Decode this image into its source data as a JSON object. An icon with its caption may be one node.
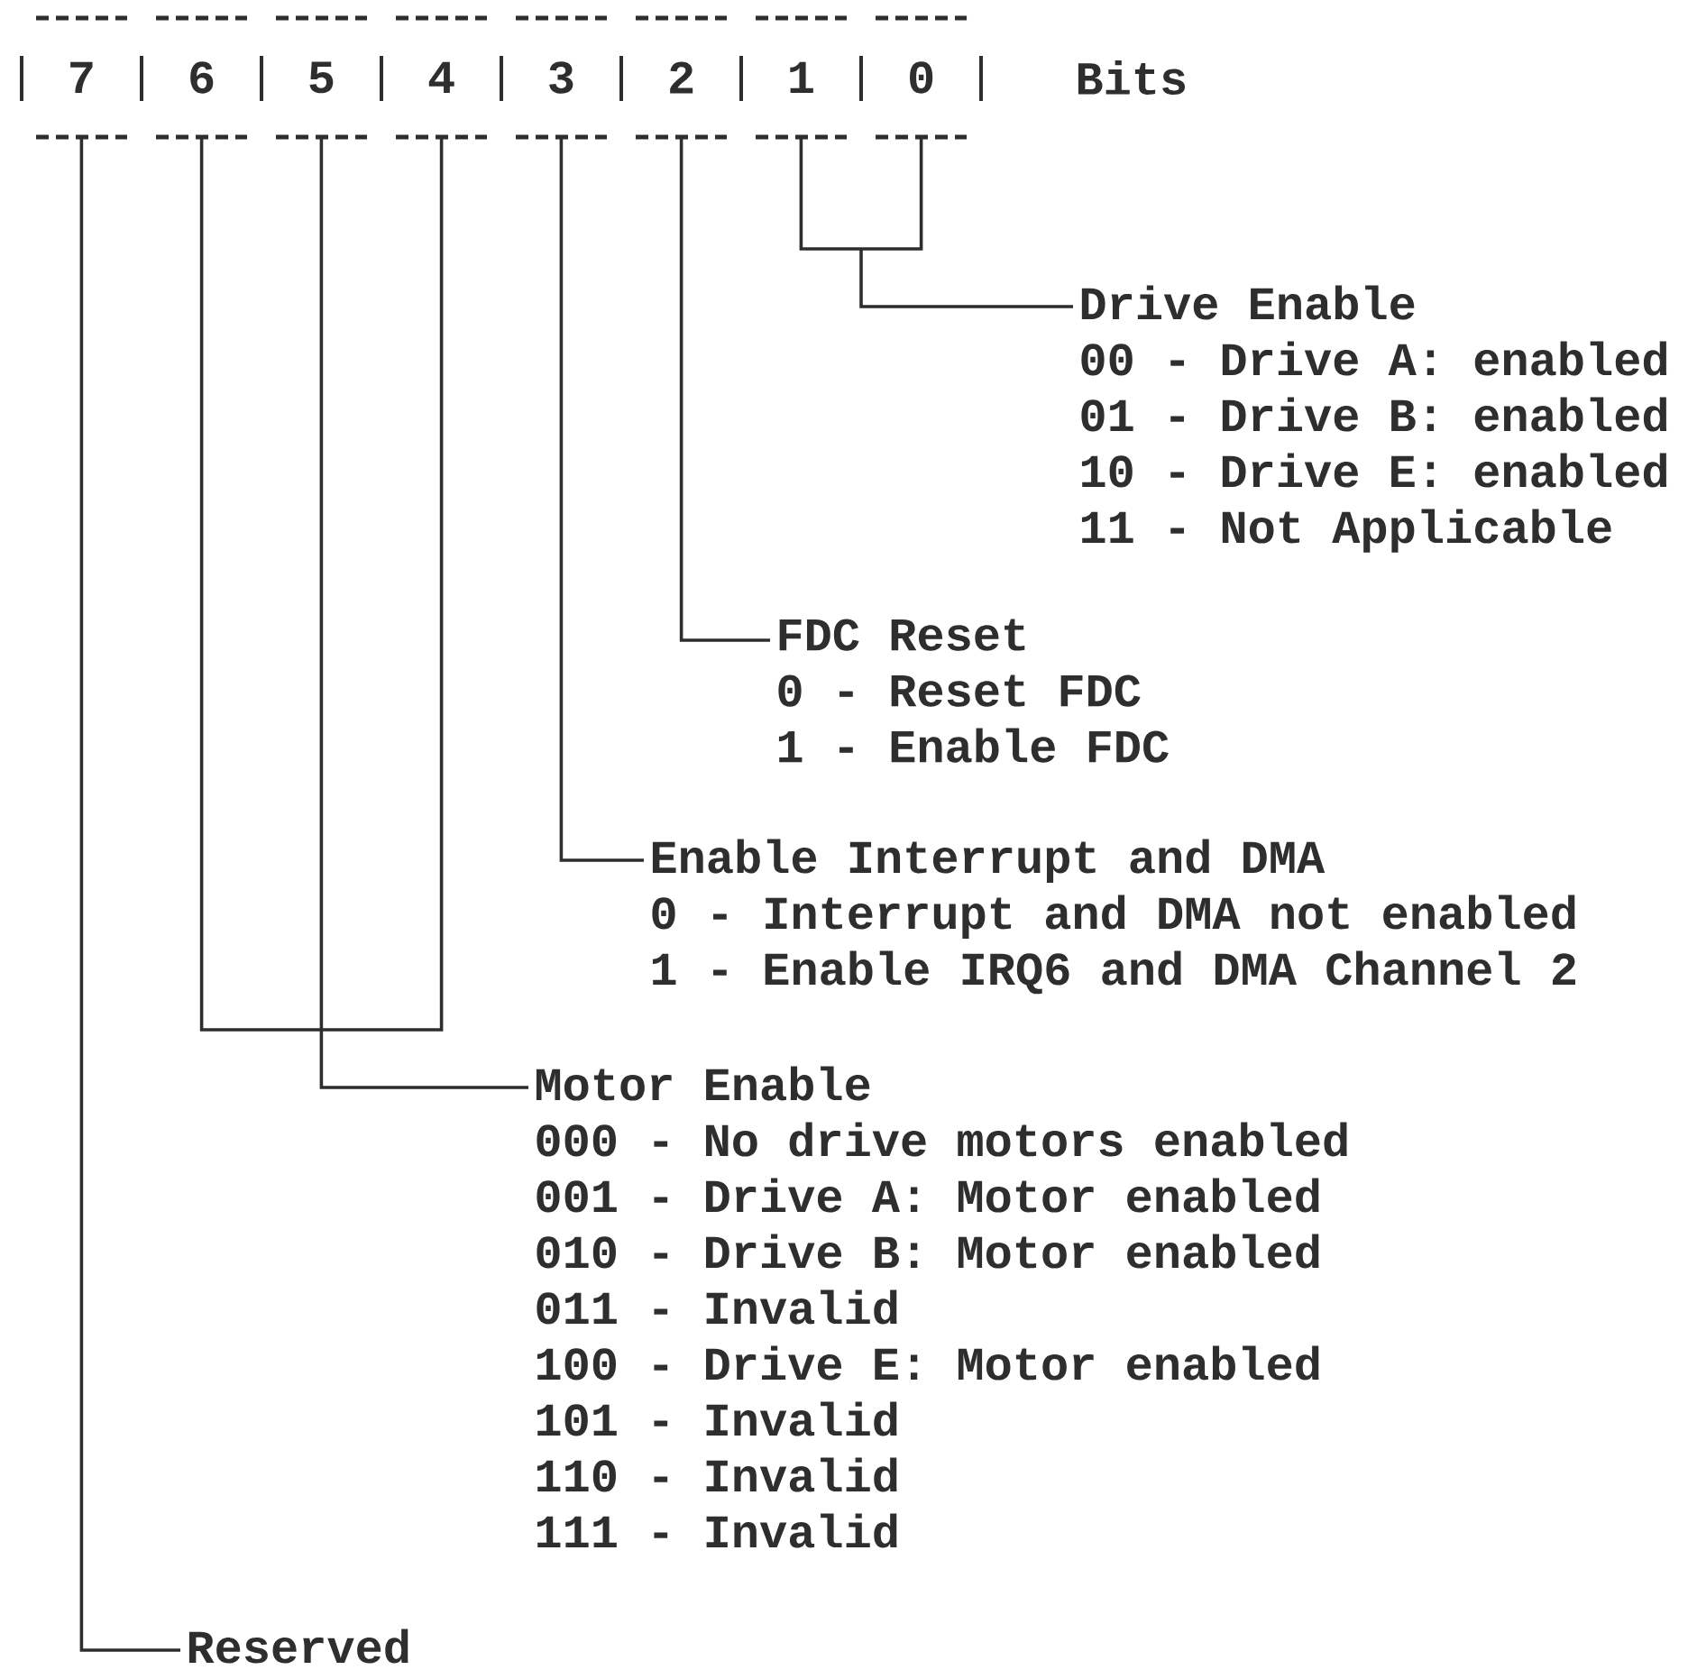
{
  "diagram": {
    "nodes": [
      {
        "text": [
          "7"
        ]
      },
      {
        "text": [
          "6"
        ]
      },
      {
        "text": [
          "5"
        ]
      },
      {
        "text": [
          "4"
        ]
      },
      {
        "text": [
          "3"
        ]
      },
      {
        "text": [
          "2"
        ]
      },
      {
        "text": [
          "1"
        ]
      },
      {
        "text": [
          "0"
        ]
      },
      {
        "text": [
          "Drive Enable",
          "00 - Drive A: enabled",
          "01 - Drive B: enabled",
          "10 - Drive E: enabled",
          "11 - Not Applicable"
        ]
      },
      {
        "text": [
          "FDC Reset",
          "0 - Reset FDC",
          "1 - Enable FDC"
        ]
      },
      {
        "text": [
          "Enable Interrupt and DMA",
          "0 - Interrupt and DMA not enabled",
          "1 - Enable IRQ6 and DMA Channel 2"
        ]
      },
      {
        "text": [
          "Motor Enable",
          "000 - No drive motors enabled",
          "001 - Drive A: Motor enabled",
          "010 - Drive B: Motor enabled",
          "011 - Invalid",
          "100 - Drive E: Motor enabled",
          "101 - Invalid",
          "110 - Invalid",
          "111 - Invalid"
        ]
      },
      {
        "text": [
          "Reserved"
        ]
      }
    ],
    "edges": [
      {
        "from": 6,
        "to": 8,
        "arrow": "none"
      },
      {
        "from": 7,
        "to": 8,
        "arrow": "none"
      },
      {
        "from": 5,
        "to": 9,
        "arrow": "none"
      },
      {
        "from": 4,
        "to": 10,
        "arrow": "none"
      },
      {
        "from": 1,
        "to": 11,
        "arrow": "none"
      },
      {
        "from": 2,
        "to": 11,
        "arrow": "none"
      },
      {
        "from": 3,
        "to": 11,
        "arrow": "none"
      },
      {
        "from": 0,
        "to": 12,
        "arrow": "none"
      }
    ],
    "labels": [
      "Bits"
    ]
  }
}
